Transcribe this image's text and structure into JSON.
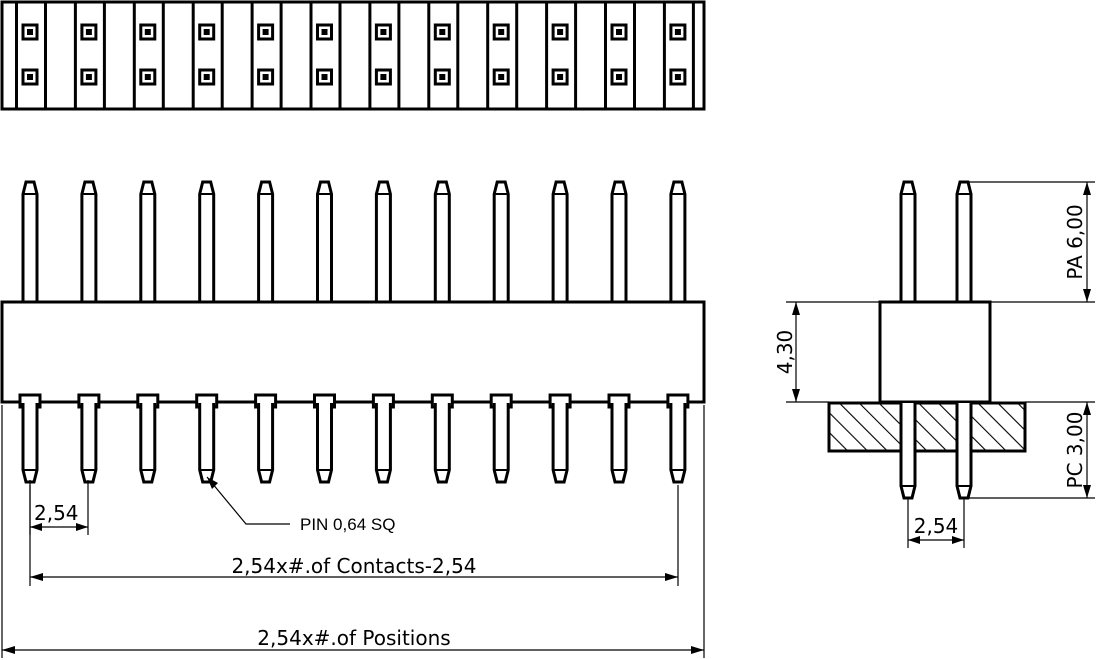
{
  "pin_count": 12,
  "labels": {
    "pin_pitch": "2,54",
    "pin_note": "PIN 0,64 SQ",
    "contacts_span": "2,54x#.of Contacts-2,54",
    "positions_span": "2,54x#.of Positions",
    "side_pitch": "2,54",
    "body_height": "4,30",
    "pin_above": "PA 6,00",
    "pin_below": "PC 3,00"
  }
}
